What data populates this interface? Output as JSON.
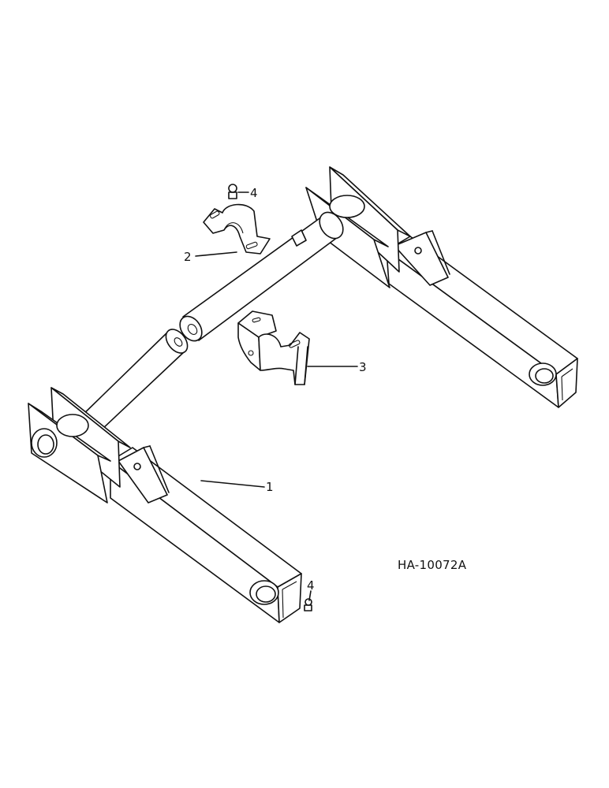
{
  "drawing_ref": "HA-10072A",
  "callouts": [
    {
      "number": "1",
      "part": "frame-arm"
    },
    {
      "number": "2",
      "part": "upper-clamp"
    },
    {
      "number": "3",
      "part": "lower-bracket"
    },
    {
      "number": "4",
      "part": "grease-fitting"
    },
    {
      "number": "4",
      "part": "grease-fitting"
    }
  ]
}
